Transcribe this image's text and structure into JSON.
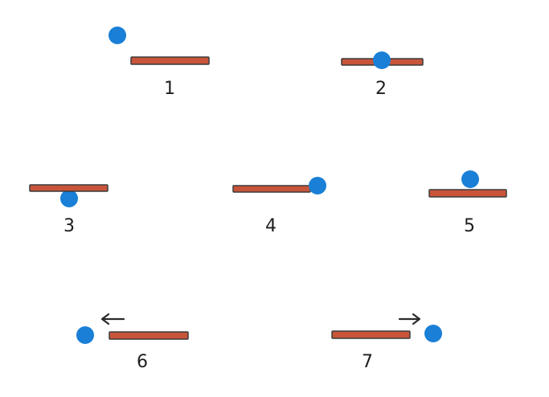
{
  "colors": {
    "ball": "#1a7fd6",
    "bar_fill": "#c8553a",
    "bar_edge": "#3b3b3b",
    "arrow": "#2a2a2a",
    "label": "#1e1e1e"
  },
  "panels": [
    {
      "label": "1",
      "ball_position": "above-left-of-bar",
      "arrow": "none"
    },
    {
      "label": "2",
      "ball_position": "on-bar-center",
      "arrow": "none"
    },
    {
      "label": "3",
      "ball_position": "below-bar",
      "arrow": "none"
    },
    {
      "label": "4",
      "ball_position": "right-end-of-bar",
      "arrow": "none"
    },
    {
      "label": "5",
      "ball_position": "on-top-of-bar",
      "arrow": "none"
    },
    {
      "label": "6",
      "ball_position": "left-of-bar",
      "arrow": "left"
    },
    {
      "label": "7",
      "ball_position": "right-of-bar",
      "arrow": "right"
    }
  ]
}
